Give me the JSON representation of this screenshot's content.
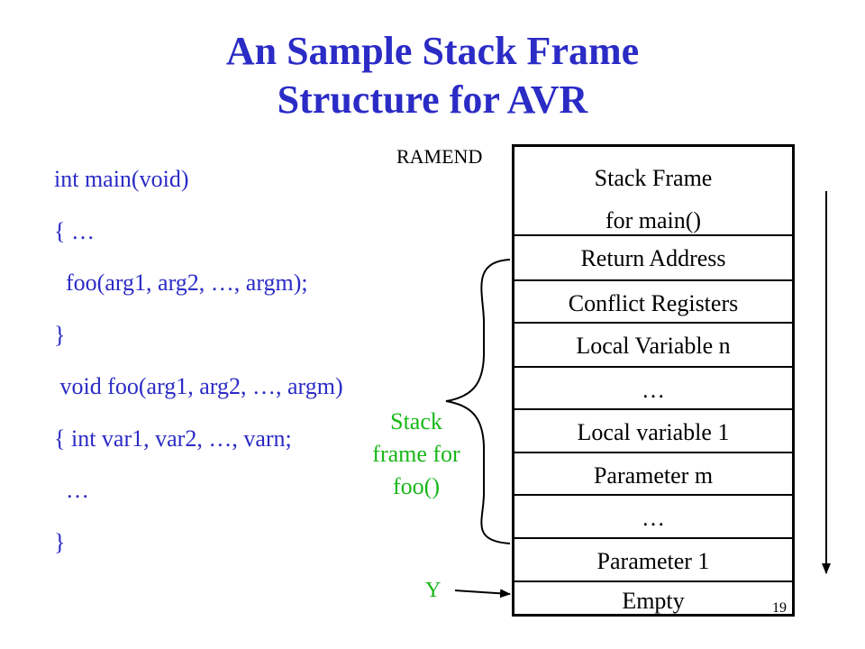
{
  "title": {
    "line1": "An Sample Stack Frame",
    "line2": "Structure for AVR"
  },
  "colors": {
    "code": "#2b2bc6",
    "label": "#18b818",
    "text": "#000000"
  },
  "code_lines": [
    "int main(void)",
    "{ …",
    "  foo(arg1, arg2, …, argm);",
    "}",
    " void foo(arg1, arg2, …, argm)",
    "{ int var1, var2, …, varn;",
    "  …",
    "}"
  ],
  "stack": {
    "ramend_label": "RAMEND",
    "main_frame": {
      "line1": "Stack Frame",
      "line2": "for main()"
    },
    "cells": [
      "Return Address",
      "Conflict Registers",
      "Local Variable n",
      "…",
      "Local variable 1",
      "Parameter m",
      "…",
      "Parameter 1",
      "Empty"
    ]
  },
  "frame_label": {
    "line1": "Stack",
    "line2": "frame for",
    "line3": "foo()"
  },
  "pointer_label": "Y",
  "page_number": "19"
}
